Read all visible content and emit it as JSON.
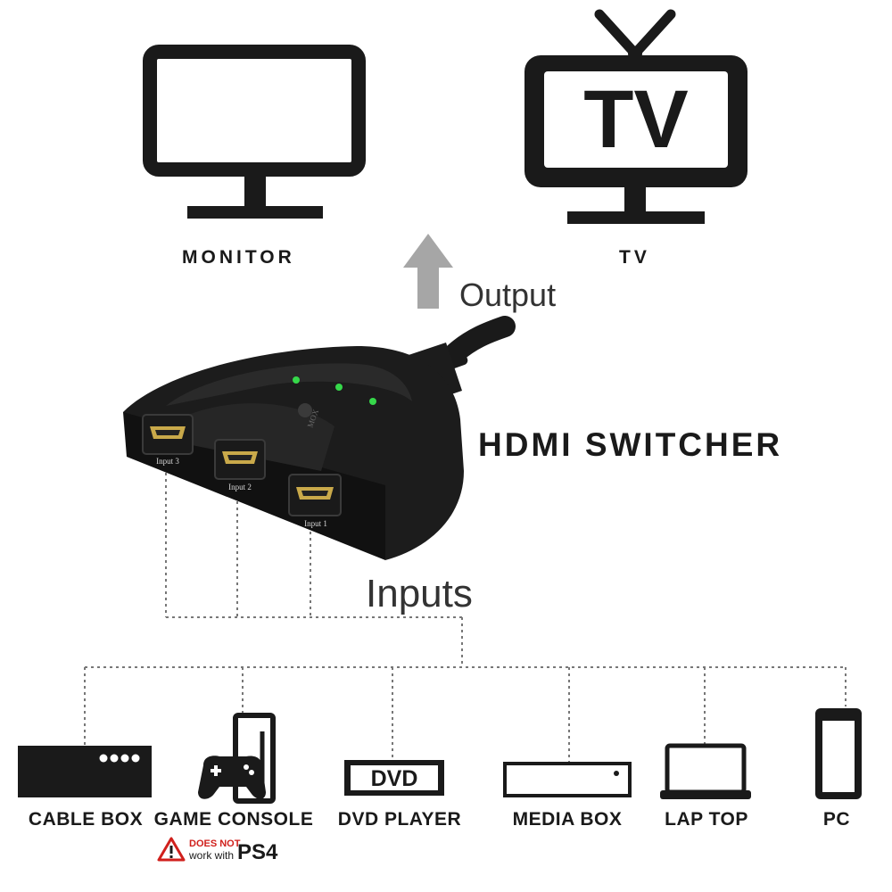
{
  "top_devices": {
    "monitor_label": "MONITOR",
    "tv_label": "TV",
    "tv_screen_text": "TV"
  },
  "output_label": "Output",
  "switcher": {
    "title": "HDMI SWITCHER",
    "port_labels": [
      "Input 3",
      "Input 2",
      "Input 1"
    ],
    "button_text": "MOX"
  },
  "inputs_label": "Inputs",
  "bottom_devices": [
    {
      "id": "cable-box",
      "label": "CABLE BOX"
    },
    {
      "id": "game-console",
      "label": "GAME CONSOLE"
    },
    {
      "id": "dvd-player",
      "label": "DVD PLAYER",
      "icon_text": "DVD"
    },
    {
      "id": "media-box",
      "label": "MEDIA BOX"
    },
    {
      "id": "laptop",
      "label": "LAP TOP"
    },
    {
      "id": "pc",
      "label": "PC"
    }
  ],
  "ps4_warning": {
    "line1": "DOES NOT",
    "line2": "work with",
    "brand": "PS4",
    "line1_color": "#d0201c"
  },
  "colors": {
    "ink": "#1a1a1a",
    "arrow": "#a6a6a6",
    "switcher_body": "#1c1c1c",
    "led": "#36d84a",
    "port_gold": "#c9a94a",
    "warning_red": "#d0201c"
  }
}
